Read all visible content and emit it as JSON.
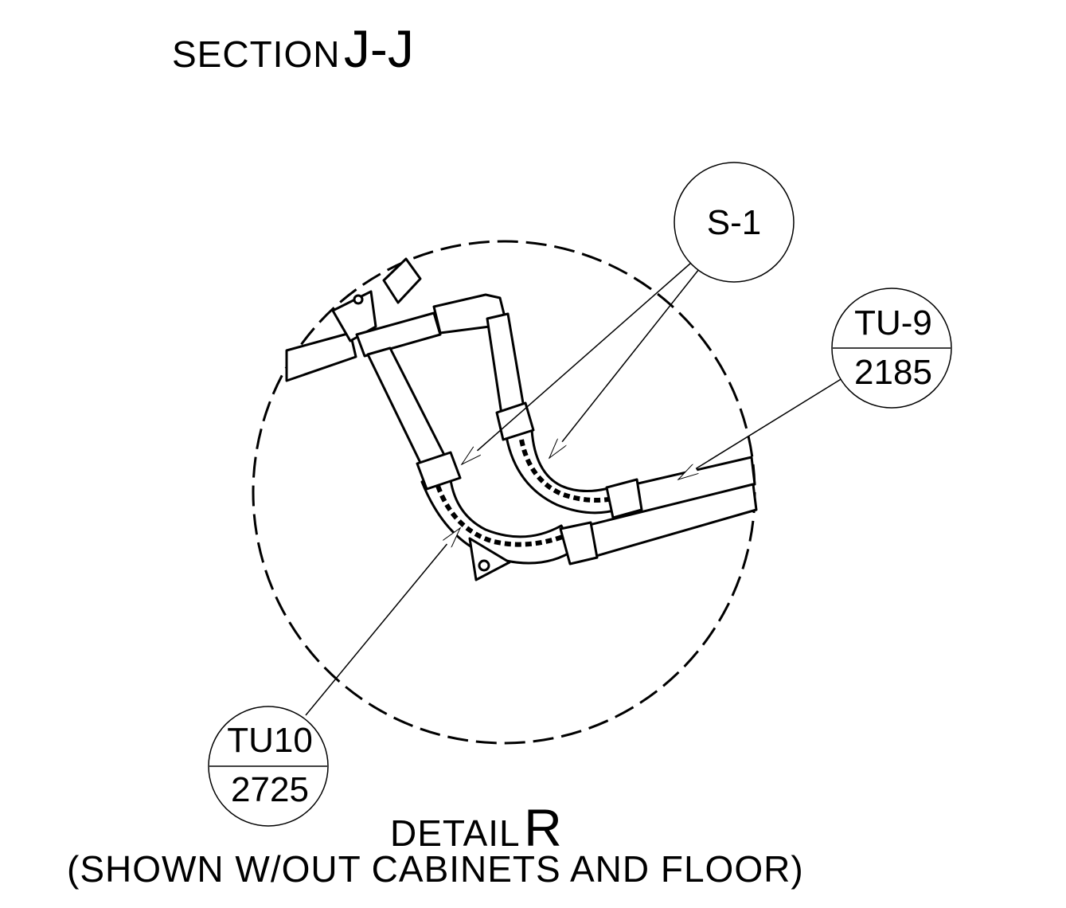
{
  "section_title": {
    "prefix": "SECTION",
    "label": "J-J"
  },
  "detail_title": {
    "prefix": "DETAIL",
    "label": "R"
  },
  "subtitle": "(SHOWN W/OUT CABINETS AND FLOOR)",
  "callouts": {
    "s1": {
      "text": "S-1"
    },
    "tu9": {
      "top": "TU-9",
      "bottom": "2185"
    },
    "tu10": {
      "top": "TU10",
      "bottom": "2725"
    }
  }
}
